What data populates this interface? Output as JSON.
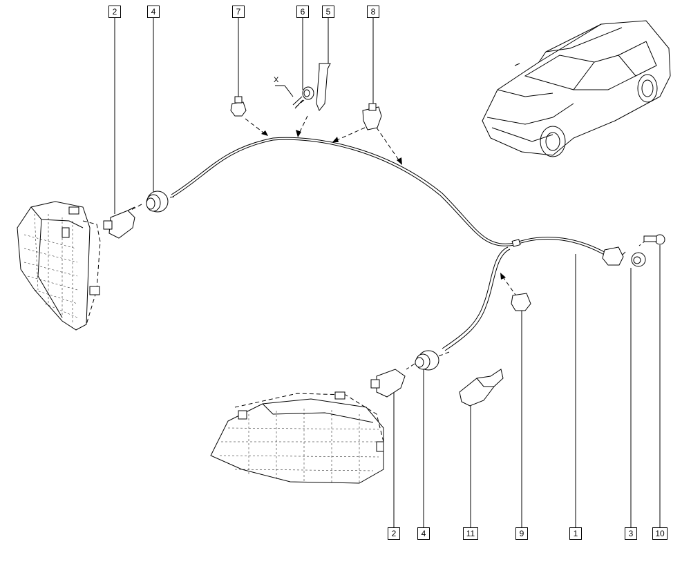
{
  "callouts_top": [
    {
      "id": "callout-top-2",
      "label": "2"
    },
    {
      "id": "callout-top-4",
      "label": "4"
    },
    {
      "id": "callout-top-7",
      "label": "7"
    },
    {
      "id": "callout-top-6",
      "label": "6"
    },
    {
      "id": "callout-top-5",
      "label": "5"
    },
    {
      "id": "callout-top-8",
      "label": "8"
    }
  ],
  "callouts_bottom": [
    {
      "id": "callout-bottom-2",
      "label": "2"
    },
    {
      "id": "callout-bottom-4",
      "label": "4"
    },
    {
      "id": "callout-bottom-11",
      "label": "11"
    },
    {
      "id": "callout-bottom-9",
      "label": "9"
    },
    {
      "id": "callout-bottom-1",
      "label": "1"
    },
    {
      "id": "callout-bottom-3",
      "label": "3"
    },
    {
      "id": "callout-bottom-10",
      "label": "10"
    }
  ],
  "detail_label": "X"
}
